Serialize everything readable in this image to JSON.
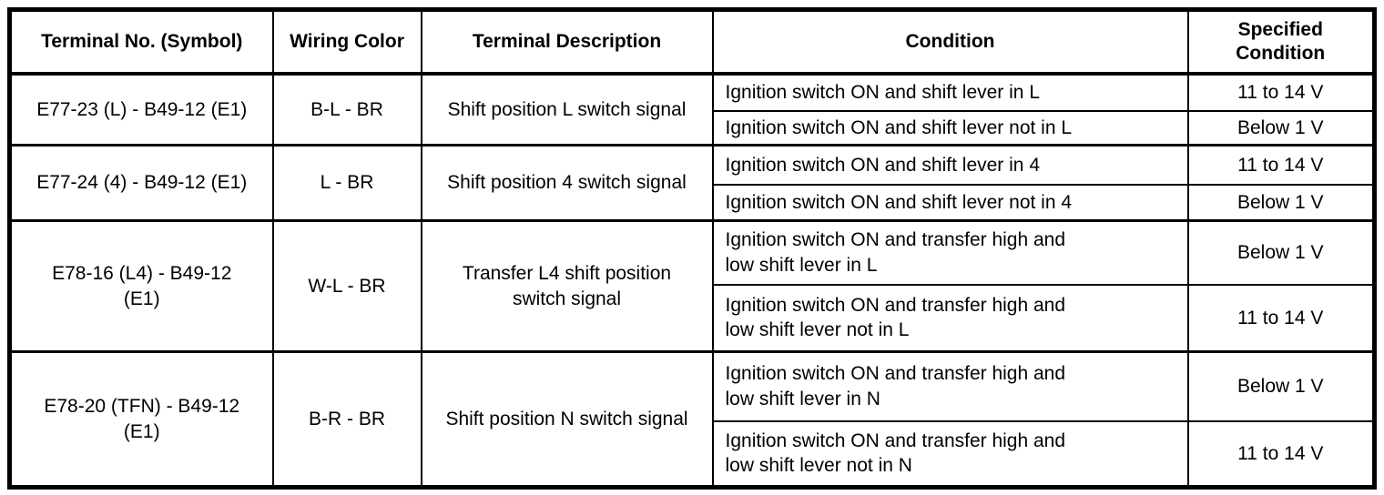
{
  "table": {
    "headers": [
      "Terminal No. (Symbol)",
      "Wiring Color",
      "Terminal Description",
      "Condition",
      "Specified Condition"
    ],
    "rows": [
      {
        "terminal": "E77-23 (L) - B49-12 (E1)",
        "wiring_color": "B-L - BR",
        "description": "Shift position L switch signal",
        "conditions": [
          {
            "condition": "Ignition switch ON and shift lever in L",
            "specified": "11 to 14 V"
          },
          {
            "condition": "Ignition switch ON and shift lever not in L",
            "specified": "Below 1 V"
          }
        ]
      },
      {
        "terminal": "E77-24 (4) - B49-12 (E1)",
        "wiring_color": "L - BR",
        "description": "Shift position 4 switch signal",
        "conditions": [
          {
            "condition": "Ignition switch ON and shift lever in 4",
            "specified": "11 to 14 V"
          },
          {
            "condition": "Ignition switch ON and shift lever not in 4",
            "specified": "Below 1 V"
          }
        ]
      },
      {
        "terminal": "E78-16 (L4) - B49-12\n(E1)",
        "wiring_color": "W-L - BR",
        "description": "Transfer L4 shift position\nswitch signal",
        "conditions": [
          {
            "condition": "Ignition switch ON and transfer high and\nlow shift lever in L",
            "specified": "Below 1 V"
          },
          {
            "condition": "Ignition switch ON and transfer high and\nlow shift lever not in L",
            "specified": "11 to 14 V"
          }
        ]
      },
      {
        "terminal": "E78-20 (TFN) - B49-12\n(E1)",
        "wiring_color": "B-R - BR",
        "description": "Shift position N switch signal",
        "conditions": [
          {
            "condition": "Ignition switch ON and transfer high and\nlow shift lever in N",
            "specified": "Below 1 V"
          },
          {
            "condition": "Ignition switch ON and transfer high and\nlow shift lever not in N",
            "specified": "11 to 14 V"
          }
        ]
      }
    ]
  }
}
